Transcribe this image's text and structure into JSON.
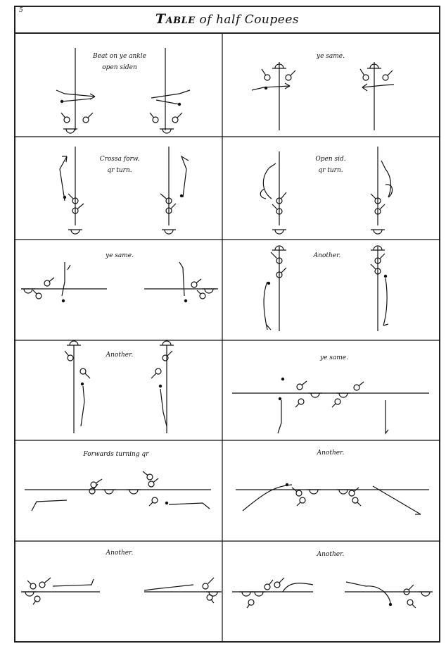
{
  "page_number": "5",
  "title": {
    "main": "Table",
    "rest": "of half Coupees"
  },
  "cells": [
    {
      "caption": [
        "Beat on ye ankle",
        "open siden"
      ]
    },
    {
      "caption": [
        "ye same."
      ]
    },
    {
      "caption": [
        "Crossa forw.",
        "qr turn."
      ]
    },
    {
      "caption": [
        "Open sid.",
        "qr turn."
      ]
    },
    {
      "caption": [
        "ye same."
      ]
    },
    {
      "caption": [
        "Another."
      ]
    },
    {
      "caption": [
        "Another."
      ]
    },
    {
      "caption": [
        "ye same."
      ]
    },
    {
      "caption": [
        "Forwards turning qr"
      ]
    },
    {
      "caption": [
        "Another."
      ]
    },
    {
      "caption": [
        "Another."
      ]
    },
    {
      "caption": [
        "Another."
      ]
    }
  ]
}
